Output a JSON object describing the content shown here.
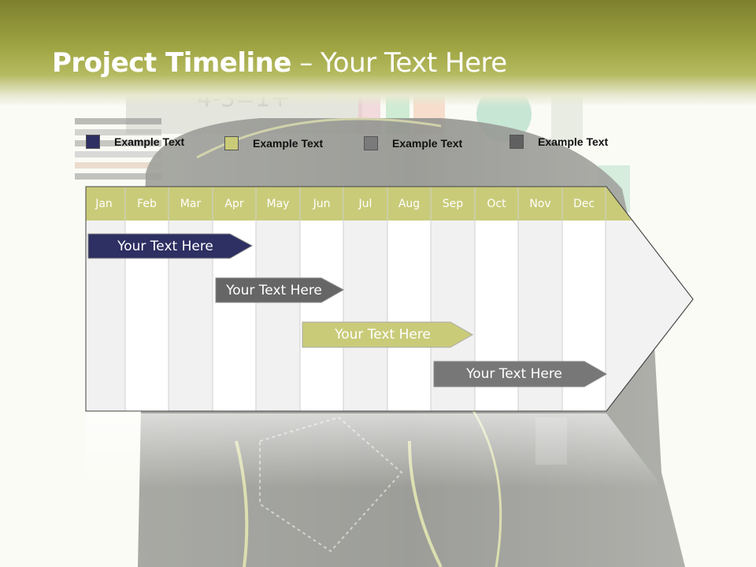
{
  "slide": {
    "title_bold": "Project Timeline",
    "title_rest": " – Your Text Here"
  },
  "legend": [
    {
      "label": "Example Text",
      "color": "#2e2f62"
    },
    {
      "label": "Example Text",
      "color": "#c9cb79"
    },
    {
      "label": "Example Text",
      "color": "#7a7a7a"
    },
    {
      "label": "Example Text",
      "color": "#606060"
    }
  ],
  "months": [
    "Jan",
    "Feb",
    "Mar",
    "Apr",
    "May",
    "Jun",
    "Jul",
    "Aug",
    "Sep",
    "Oct",
    "Nov",
    "Dec"
  ],
  "tasks": [
    {
      "label": "Your  Text Here",
      "color": "#2e2f62"
    },
    {
      "label": "Your  Text Here",
      "color": "#666666"
    },
    {
      "label": "Your  Text Here",
      "color": "#c9cb79"
    },
    {
      "label": "Your  Text Here",
      "color": "#777777"
    }
  ],
  "colors": {
    "header_accent": "#a0a543",
    "month_header": "#c9cb79"
  }
}
